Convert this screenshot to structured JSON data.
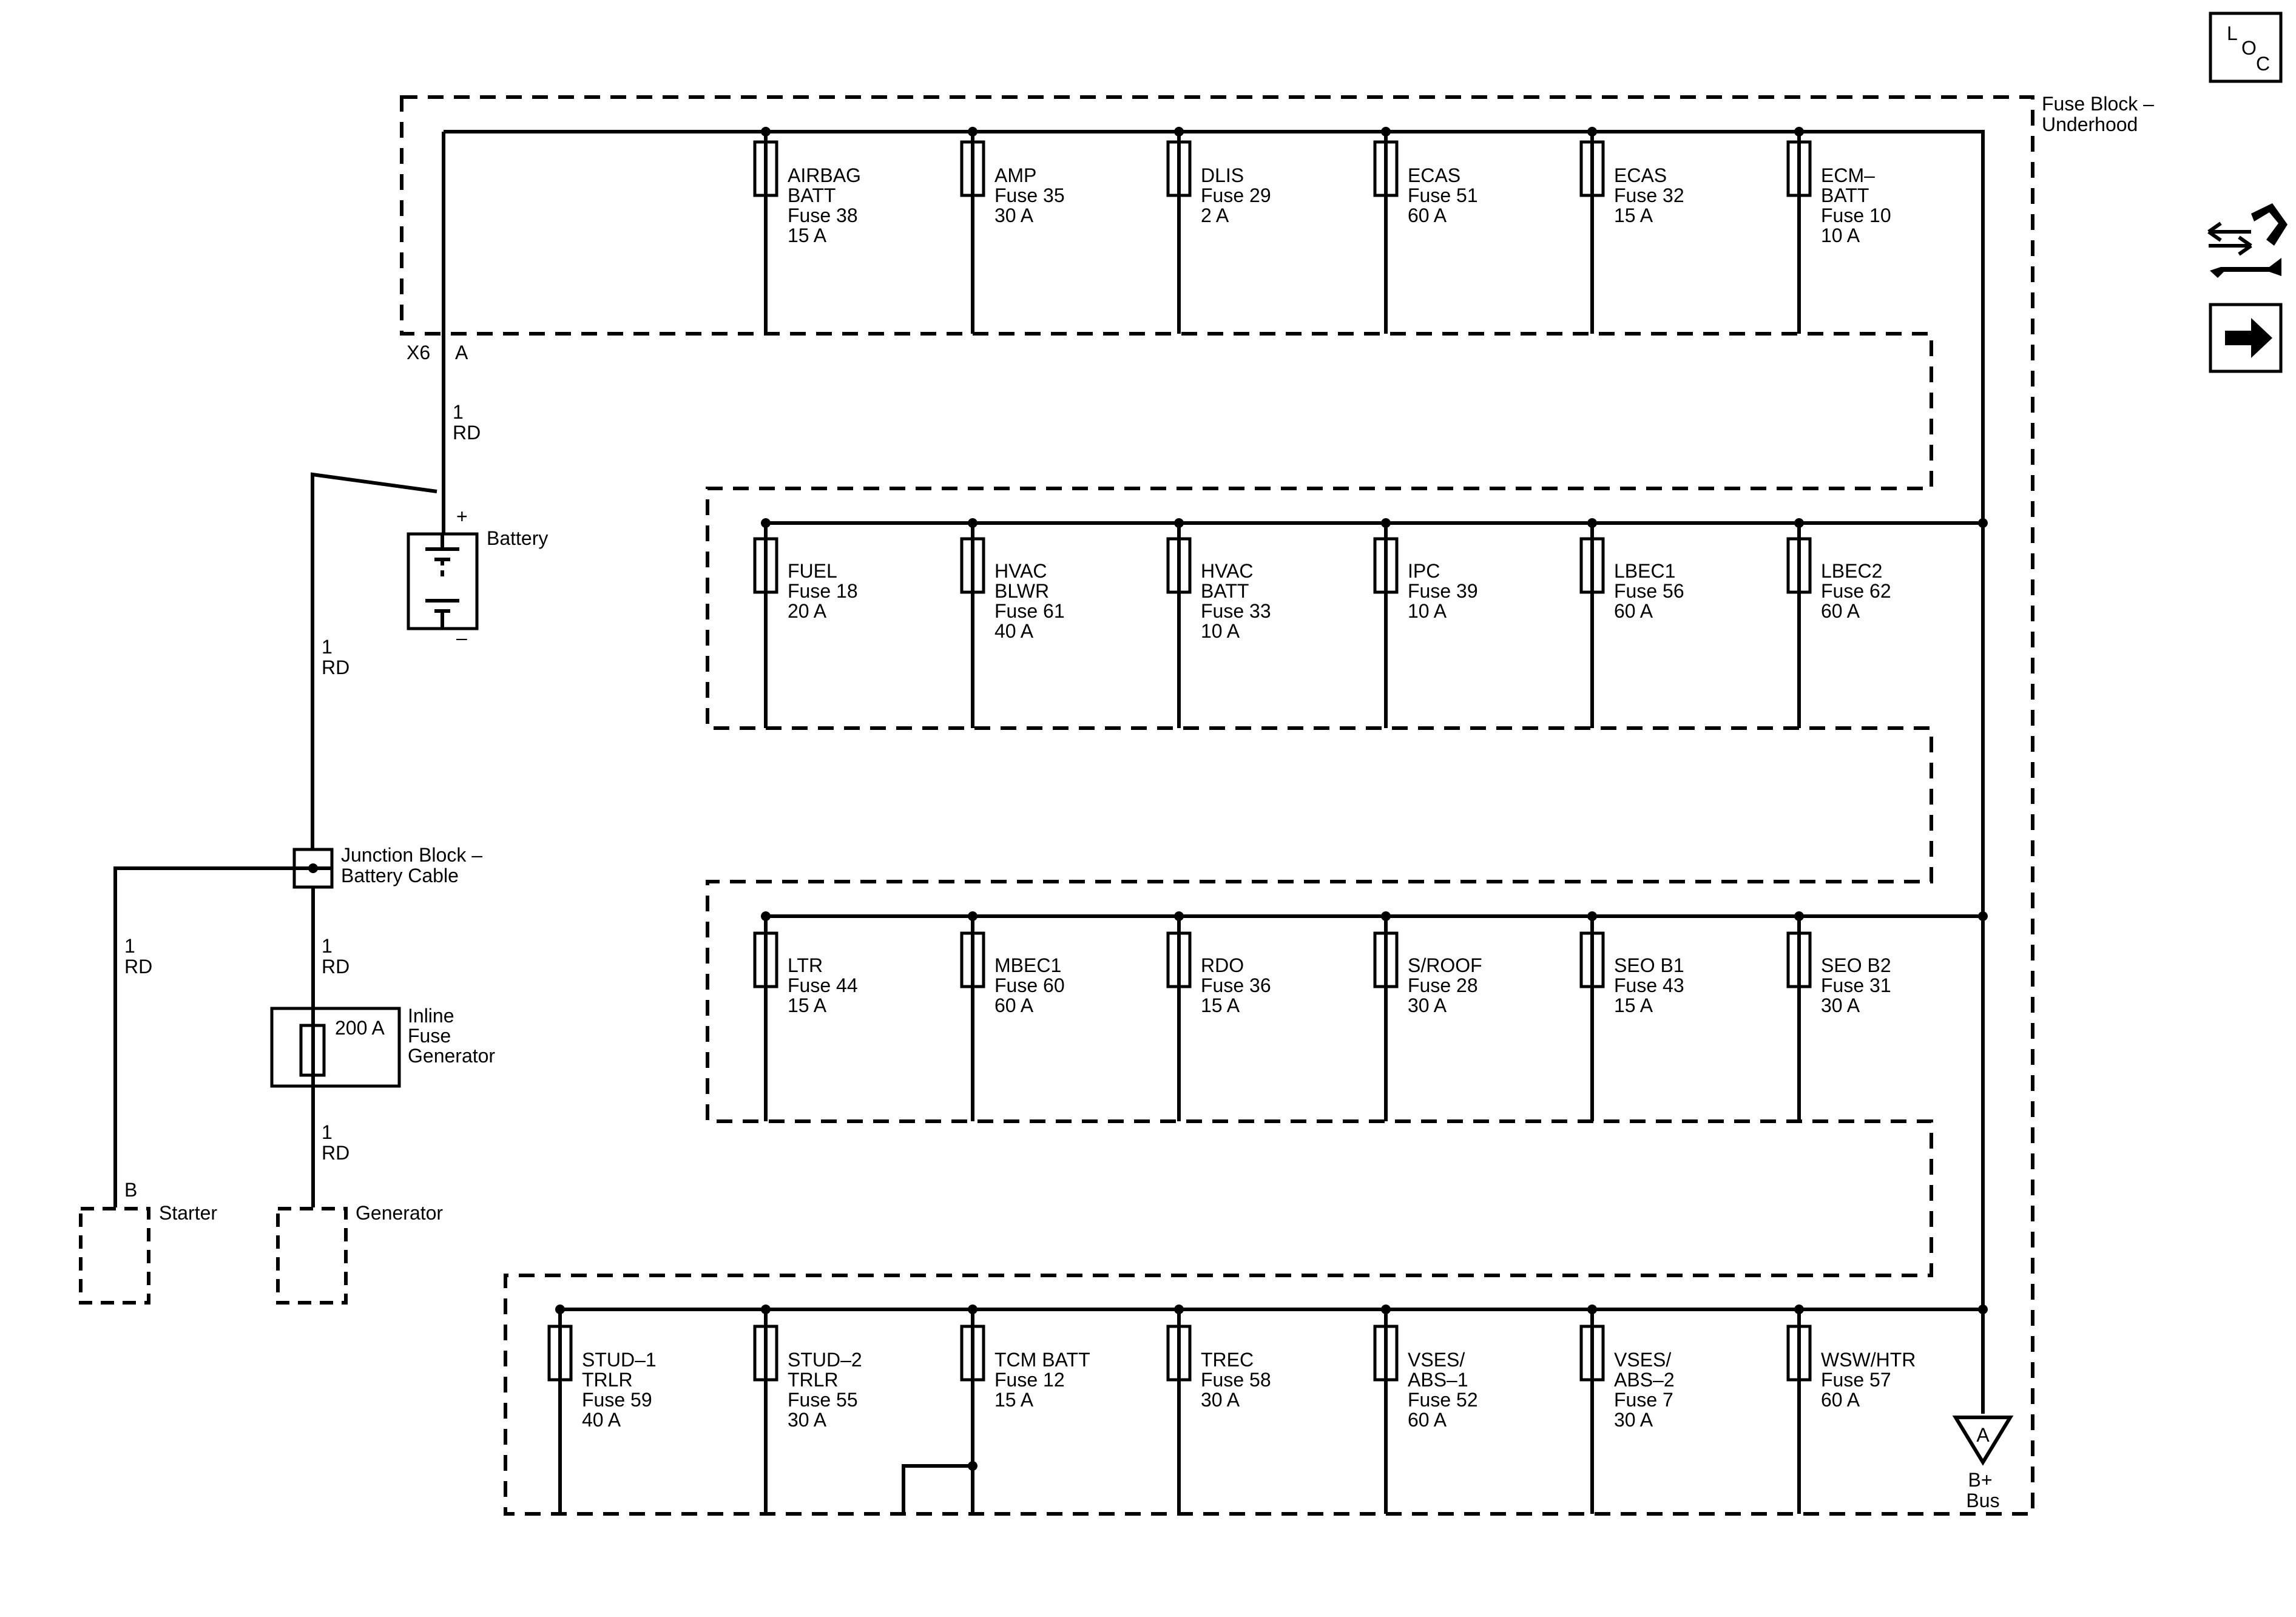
{
  "header": {
    "fuse_block_title": [
      "Fuse Block –",
      "Underhood"
    ]
  },
  "icons": {
    "loc": {
      "l": "L",
      "o": "O",
      "c": "C"
    }
  },
  "connectors": {
    "x6": "X6",
    "x6_pin": "A",
    "starter_pin": "B",
    "bus_pin": "A"
  },
  "wires": {
    "w1": [
      "1",
      "RD"
    ],
    "w2": [
      "1",
      "RD"
    ],
    "w3": [
      "1",
      "RD"
    ],
    "w4": [
      "1",
      "RD"
    ],
    "w5": [
      "1",
      "RD"
    ]
  },
  "components": {
    "battery": "Battery",
    "battery_plus": "+",
    "battery_minus": "–",
    "junction_block": [
      "Junction Block –",
      "Battery Cable"
    ],
    "inline_fuse_rating": "200 A",
    "inline_fuse": [
      "Inline",
      "Fuse",
      "Generator"
    ],
    "starter": "Starter",
    "generator": "Generator",
    "bplus_bus": [
      "B+",
      "Bus"
    ]
  },
  "fuse_rows": [
    [
      [
        "AIRBAG",
        "BATT",
        "Fuse 38",
        "15 A"
      ],
      [
        "AMP",
        "Fuse 35",
        "30 A"
      ],
      [
        "DLIS",
        "Fuse 29",
        "2 A"
      ],
      [
        "ECAS",
        "Fuse 51",
        "60 A"
      ],
      [
        "ECAS",
        "Fuse 32",
        "15 A"
      ],
      [
        "ECM–",
        "BATT",
        "Fuse 10",
        "10 A"
      ]
    ],
    [
      [
        "FUEL",
        "Fuse 18",
        "20 A"
      ],
      [
        "HVAC",
        "BLWR",
        "Fuse 61",
        "40 A"
      ],
      [
        "HVAC",
        "BATT",
        "Fuse 33",
        "10 A"
      ],
      [
        "IPC",
        "Fuse 39",
        "10 A"
      ],
      [
        "LBEC1",
        "Fuse 56",
        "60 A"
      ],
      [
        "LBEC2",
        "Fuse 62",
        "60 A"
      ]
    ],
    [
      [
        "LTR",
        "Fuse 44",
        "15 A"
      ],
      [
        "MBEC1",
        "Fuse 60",
        "60 A"
      ],
      [
        "RDO",
        "Fuse 36",
        "15 A"
      ],
      [
        "S/ROOF",
        "Fuse 28",
        "30 A"
      ],
      [
        "SEO B1",
        "Fuse 43",
        "15 A"
      ],
      [
        "SEO B2",
        "Fuse 31",
        "30 A"
      ]
    ],
    [
      [
        "STUD–1",
        "TRLR",
        "Fuse 59",
        "40 A"
      ],
      [
        "STUD–2",
        "TRLR",
        "Fuse 55",
        "30 A"
      ],
      [
        "TCM BATT",
        "Fuse 12",
        "15 A"
      ],
      [
        "TREC",
        "Fuse 58",
        "30 A"
      ],
      [
        "VSES/",
        "ABS–1",
        "Fuse 52",
        "60 A"
      ],
      [
        "VSES/",
        "ABS–2",
        "Fuse 7",
        "30 A"
      ],
      [
        "WSW/HTR",
        "Fuse 57",
        "60 A"
      ]
    ]
  ]
}
